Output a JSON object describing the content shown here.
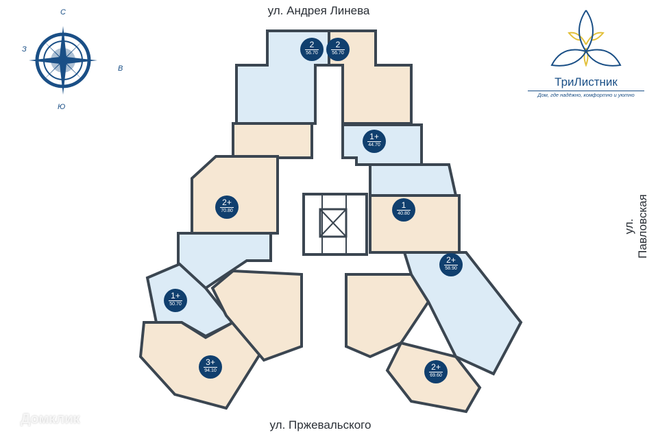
{
  "streets": {
    "top": "ул. Андрея Линева",
    "bottom": "ул. Пржевальского",
    "right": "ул. Павловская"
  },
  "compass": {
    "north": "С",
    "west": "З",
    "east": "В",
    "south": "Ю"
  },
  "logo": {
    "name": "ТриЛистник",
    "slogan": "Дом, где надёжно, комфортно и уютно"
  },
  "watermark": "Домклик",
  "colors": {
    "wall": "#3b4651",
    "blue_unit": "#dcebf6",
    "beige_unit": "#f6e7d3",
    "badge": "#103f6e",
    "logo_gold": "#e2c03a"
  },
  "apartments": [
    {
      "rooms": "2",
      "area": "56.70"
    },
    {
      "rooms": "2",
      "area": "56.70"
    },
    {
      "rooms": "1+",
      "area": "44.70"
    },
    {
      "rooms": "2+",
      "area": "70.80"
    },
    {
      "rooms": "1",
      "area": "40.80"
    },
    {
      "rooms": "2+",
      "area": "58.90"
    },
    {
      "rooms": "1+",
      "area": "50.70"
    },
    {
      "rooms": "3+",
      "area": "94.10"
    },
    {
      "rooms": "2+",
      "area": "69.60"
    }
  ]
}
